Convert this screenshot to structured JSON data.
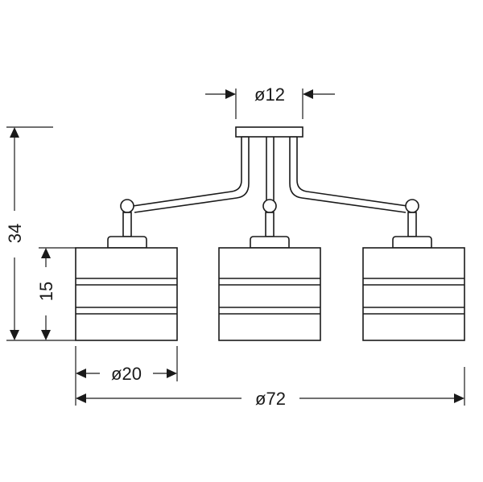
{
  "dimensions": {
    "canopy_diameter": "ø12",
    "total_height": "34",
    "shade_height": "15",
    "shade_diameter": "ø20",
    "total_width": "ø72"
  },
  "colors": {
    "line": "#1a1a1a",
    "background": "#ffffff"
  }
}
